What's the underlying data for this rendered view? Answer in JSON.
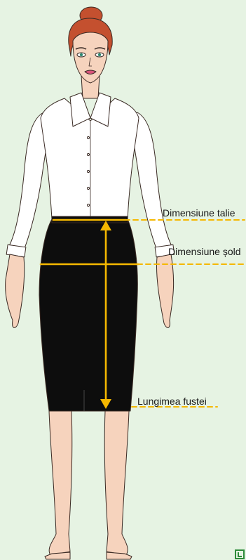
{
  "labels": {
    "waist": "Dimensiune talie",
    "hip": "Dimensiune șold",
    "length": "Lungimea fustei"
  },
  "colors": {
    "background": "#e6f3e3",
    "measure": "#f5b800",
    "skirt": "#0d0d0d",
    "blouse": "#ffffff",
    "skin": "#f6d3bd",
    "hair": "#c4502f",
    "outline": "#3a2a24",
    "logo": "#2e8b3a"
  },
  "icons": [
    "fashion-figure",
    "logo-mark-icon"
  ]
}
